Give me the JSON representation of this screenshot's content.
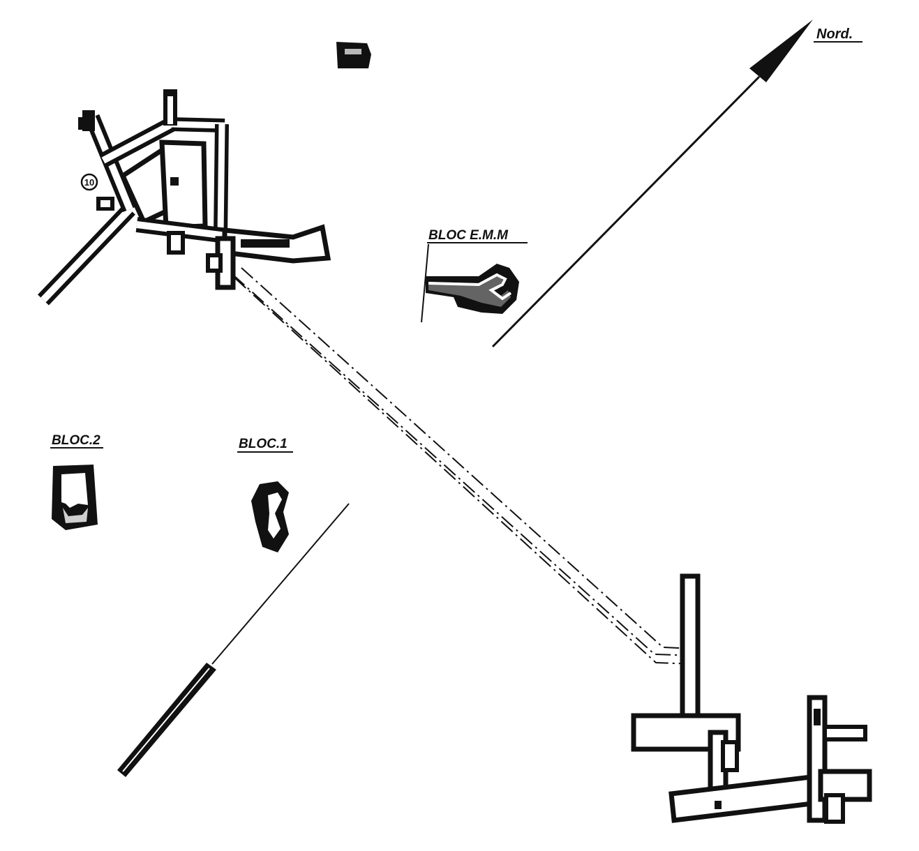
{
  "labels": {
    "north": "Nord.",
    "bloc_emm": "BLOC E.M.M",
    "bloc_2": "BLOC.2",
    "bloc_1": "BLOC.1",
    "marker": "10"
  },
  "colors": {
    "ink": "#111111",
    "paper": "#ffffff"
  }
}
